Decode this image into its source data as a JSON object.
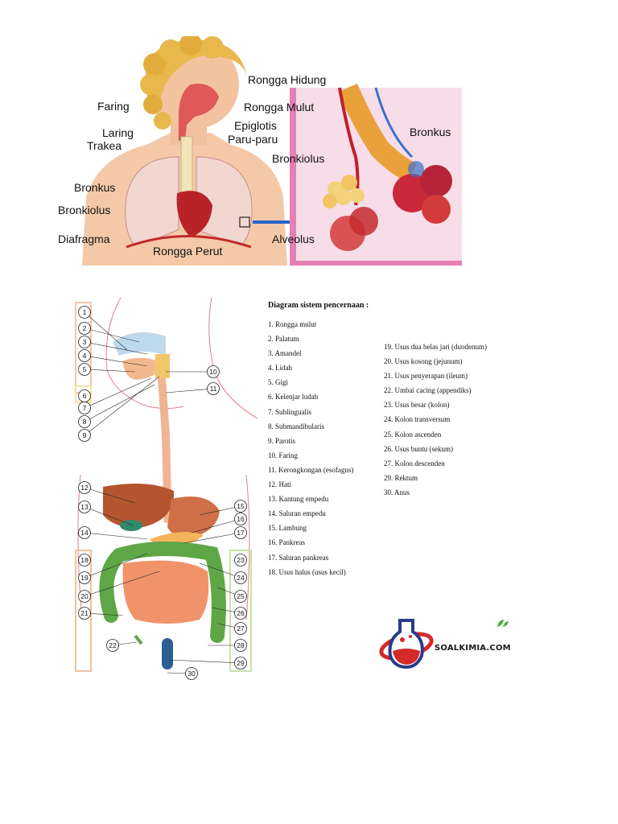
{
  "respiratory": {
    "labels": {
      "rongga_hidung": "Rongga Hidung",
      "faring": "Faring",
      "rongga_mulut": "Rongga Mulut",
      "epiglotis": "Epiglotis",
      "laring": "Laring",
      "paru_paru": "Paru-paru",
      "trakea": "Trakea",
      "bronkiolus_detail": "Bronkiolus",
      "bronkus_detail": "Bronkus",
      "bronkus": "Bronkus",
      "bronkiolus": "Bronkiolus",
      "diafragma": "Diafragma",
      "rongga_perut": "Rongga Perut",
      "alveolus": "Alveolus"
    }
  },
  "digestive": {
    "title": "Diagram sistem pencernaan :",
    "list_left": [
      "1. Rongga mulut",
      "2. Palatum",
      "3. Amandel",
      "4. Lidah",
      "5. Gigi",
      "6. Kelenjar ludah",
      "7. Sublingualis",
      "8. Submandibularis",
      "9. Parotis",
      "10. Faring",
      "11. Kerongkongan (esofagus)",
      "12. Hati",
      "13. Kantung empedu",
      "14. Saluran empedu",
      "15. Lambung",
      "16. Pankreas",
      "17. Saluran pankreas",
      "18. Usus halus (usus kecil)"
    ],
    "list_right": [
      "19. Usus dua belas jari (duodenum)",
      "20. Usus kosong (jejunum)",
      "21. Usus penyerapan (ileum)",
      "22. Umbai cacing (appendiks)",
      "23. Usus besar (kolon)",
      "24. Kolon transversum",
      "25. Kolon ascenden",
      "26. Usus buntu (sekum)",
      "27. Kolon descenden",
      "29. Rektum",
      "30. Anus"
    ],
    "markers": [
      "1",
      "2",
      "3",
      "4",
      "5",
      "6",
      "7",
      "8",
      "9",
      "10",
      "11",
      "12",
      "13",
      "14",
      "15",
      "16",
      "17",
      "18",
      "19",
      "20",
      "21",
      "22",
      "23",
      "24",
      "25",
      "26",
      "27",
      "28",
      "29",
      "30"
    ]
  },
  "logo": {
    "text": "SOALKIMIA.COM",
    "colors": {
      "red": "#d42a2a",
      "blue": "#2a3a8c",
      "green": "#4caf3a"
    }
  }
}
